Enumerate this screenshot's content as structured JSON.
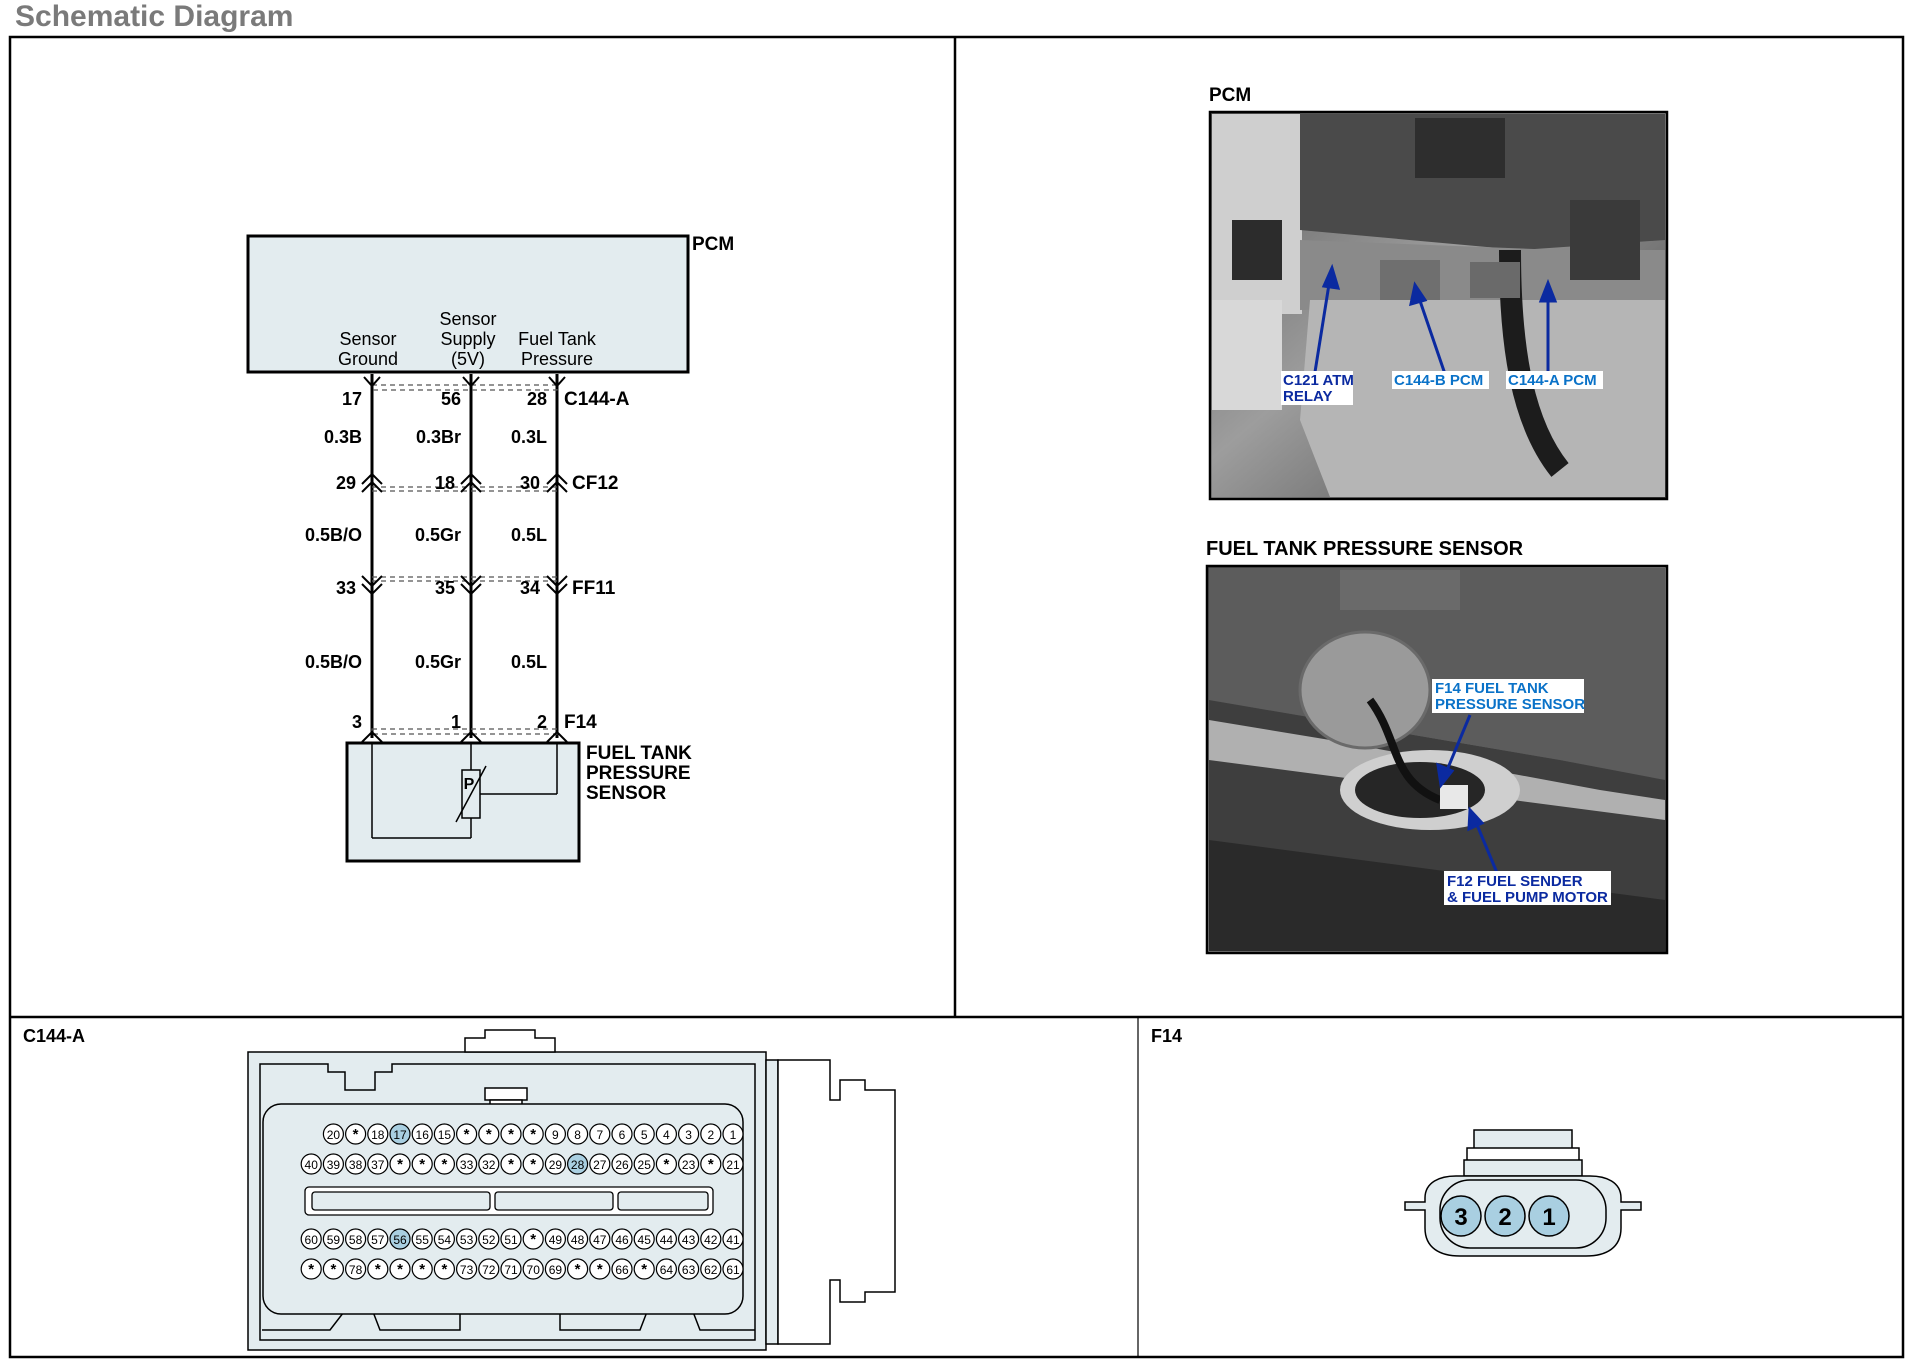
{
  "page_title": "Schematic Diagram",
  "schematic": {
    "pcm_label": "PCM",
    "pin_labels": [
      [
        "Sensor",
        "Ground"
      ],
      [
        "Sensor",
        "Supply",
        "(5V)"
      ],
      [
        "Fuel Tank",
        "Pressure"
      ]
    ],
    "connectors": [
      {
        "name": "C144-A",
        "pins": [
          "17",
          "56",
          "28"
        ]
      },
      {
        "name": "CF12",
        "pins": [
          "29",
          "18",
          "30"
        ]
      },
      {
        "name": "FF11",
        "pins": [
          "33",
          "35",
          "34"
        ]
      },
      {
        "name": "F14",
        "pins": [
          "3",
          "1",
          "2"
        ]
      }
    ],
    "wire_segments": [
      [
        "0.3B",
        "0.3Br",
        "0.3L"
      ],
      [
        "0.5B/O",
        "0.5Gr",
        "0.5L"
      ],
      [
        "0.5B/O",
        "0.5Gr",
        "0.5L"
      ]
    ],
    "sensor_label": [
      "FUEL TANK",
      "PRESSURE",
      "SENSOR"
    ],
    "sensor_symbol": "P"
  },
  "photos": {
    "pcm": {
      "title": "PCM",
      "callouts": [
        [
          "C121 ATM",
          "RELAY"
        ],
        [
          "C144-B PCM"
        ],
        [
          "C144-A PCM"
        ]
      ]
    },
    "sensor": {
      "title": "FUEL TANK PRESSURE SENSOR",
      "callouts": [
        [
          "F14 FUEL TANK",
          "PRESSURE SENSOR"
        ],
        [
          "F12 FUEL SENDER",
          "& FUEL PUMP MOTOR"
        ]
      ]
    }
  },
  "c144a": {
    "title": "C144-A",
    "row1": [
      "20",
      "*",
      "18",
      "17",
      "16",
      "15",
      "*",
      "*",
      "*",
      "*",
      "9",
      "8",
      "7",
      "6",
      "5",
      "4",
      "3",
      "2",
      "1"
    ],
    "row2": [
      "40",
      "39",
      "38",
      "37",
      "*",
      "*",
      "*",
      "33",
      "32",
      "*",
      "*",
      "29",
      "28",
      "27",
      "26",
      "25",
      "*",
      "23",
      "*",
      "21"
    ],
    "row3": [
      "60",
      "59",
      "58",
      "57",
      "56",
      "55",
      "54",
      "53",
      "52",
      "51",
      "*",
      "49",
      "48",
      "47",
      "46",
      "45",
      "44",
      "43",
      "42",
      "41"
    ],
    "row4": [
      "*",
      "*",
      "78",
      "*",
      "*",
      "*",
      "*",
      "73",
      "72",
      "71",
      "70",
      "69",
      "*",
      "*",
      "66",
      "*",
      "64",
      "63",
      "62",
      "61"
    ],
    "highlighted": [
      "17",
      "28",
      "56"
    ]
  },
  "f14": {
    "title": "F14",
    "pins": [
      "3",
      "2",
      "1"
    ]
  },
  "colors": {
    "box_fill": "#e3ecef",
    "callout_blue": "#0b2aa0",
    "callout_text_light": "#0a72c8",
    "pin_highlight": "#a9cfe1",
    "border": "#000000",
    "title_gray": "#7a7a7a"
  }
}
